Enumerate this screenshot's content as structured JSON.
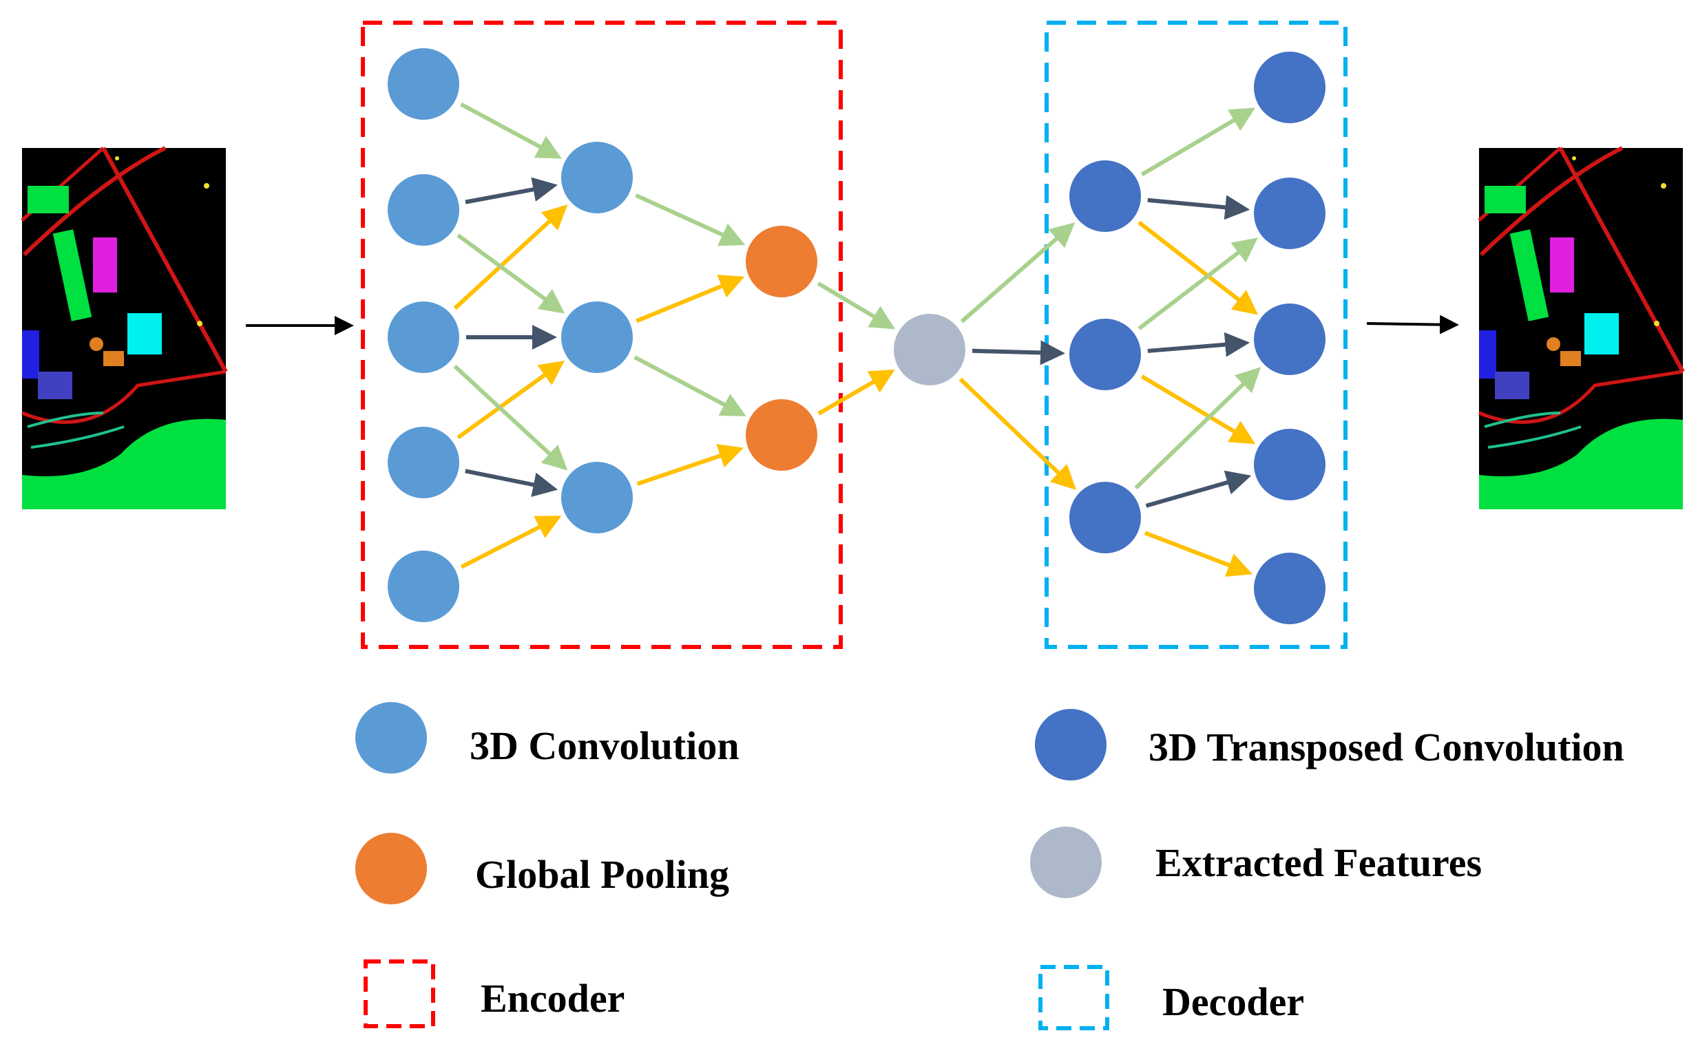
{
  "legend": {
    "conv_label": "3D Convolution",
    "tconv_label": "3D Transposed Convolution",
    "pool_label": "Global Pooling",
    "feat_label": "Extracted Features",
    "encoder_label": "Encoder",
    "decoder_label": "Decoder"
  },
  "colors": {
    "conv": "#5B9BD5",
    "tconv": "#4472C4",
    "pool": "#ED7D31",
    "feat": "#ADB9CA",
    "edge_green": "#A9D18E",
    "edge_dark": "#44546A",
    "edge_yellow": "#FFC000",
    "encoder_box": "#FF0000",
    "decoder_box": "#00B0F0"
  }
}
